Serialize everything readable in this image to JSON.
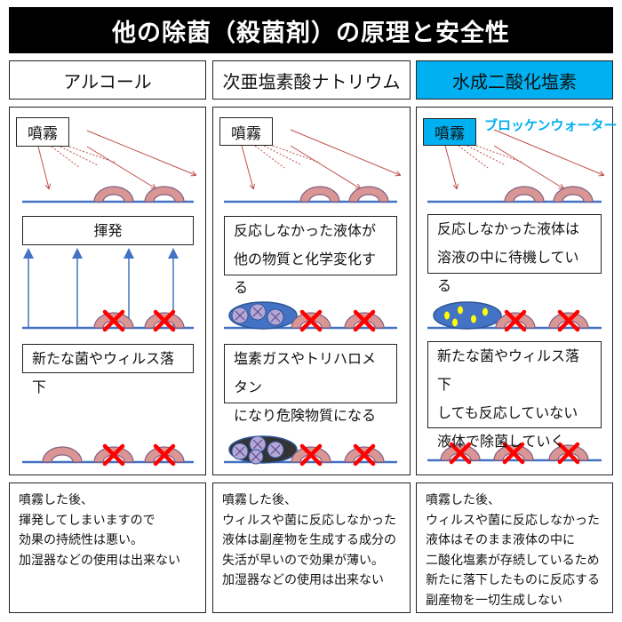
{
  "title": "他の除菌（殺菌剤）の原理と安全性",
  "columns": [
    {
      "header": "アルコール",
      "spray": "噴霧",
      "box1": "揮発",
      "box2": "新たな菌やウィルス落下",
      "note": "噴霧した後、\n揮発してしまいますので\n効果の持続性は悪い。\n加湿器などの使用は出来ない"
    },
    {
      "header": "次亜塩素酸ナトリウム",
      "spray": "噴霧",
      "box1_l1": "反応しなかった液体が",
      "box1_l2": "他の物質と化学変化する",
      "box2_l1": "塩素ガスやトリハロメタン",
      "box2_l2": "になり危険物質になる",
      "note": "噴霧した後、\nウィルスや菌に反応しなかった\n液体は副産物を生成する成分の\n失活が早いので効果が薄い。\n加湿器などの使用は出来ない"
    },
    {
      "header": "水成二酸化塩素",
      "spray": "噴霧",
      "brand": "ブロッケンウォーター",
      "box1_l1": "反応しなかった液体は",
      "box1_l2": "溶液の中に待機している",
      "box2_l1": "新たな菌やウィルス落下",
      "box2_l2": "しても反応していない",
      "box2_l3": "液体で除菌していく",
      "note": "噴霧した後、\nウィルスや菌に反応しなかった\n液体はそのまま液体の中に\n二酸化塩素が存続しているため\n新たに落下したものに反応する\n副産物を一切生成しない"
    }
  ],
  "colors": {
    "accent": "#00b0f0",
    "ground": "#4472c4",
    "germ": "#d99694",
    "cross": "#ff0000"
  }
}
